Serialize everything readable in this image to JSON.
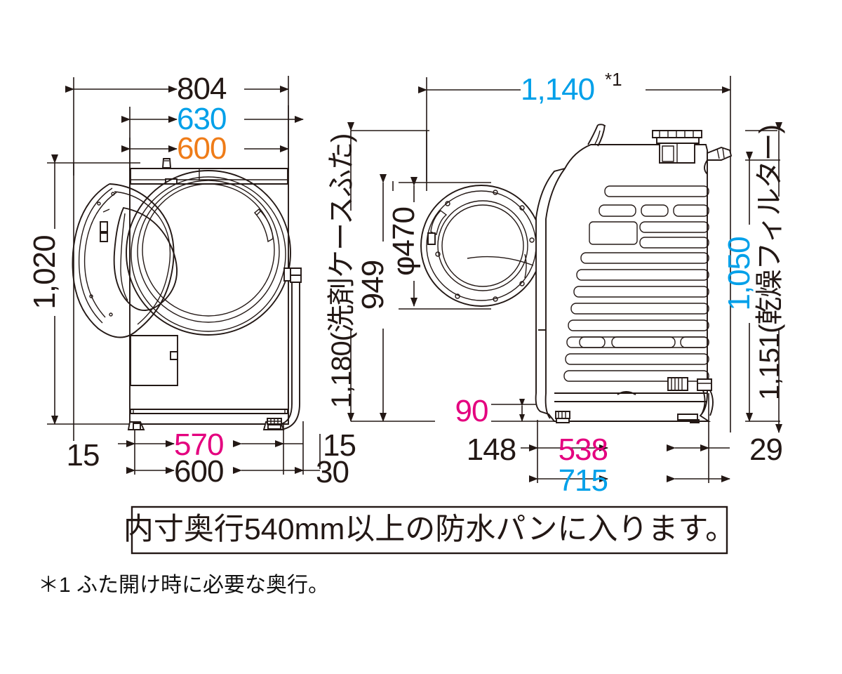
{
  "document": {
    "type": "technical-dimension-drawing",
    "subject": "drum washing machine dimensions",
    "unit": "mm"
  },
  "colors": {
    "line": "#231815",
    "cyan": "#00A0E9",
    "orange": "#EF7C18",
    "magenta": "#E4007F",
    "background": "#FFFFFF"
  },
  "front_view": {
    "title": "front-view",
    "dimensions": {
      "overall_width": "804",
      "width_cyan": "630",
      "width_orange": "600",
      "height_left": "1,020",
      "foot_left_margin": "15",
      "foot_span_magenta": "570",
      "body_width": "600",
      "foot_right_margin": "15",
      "hose_offset": "30"
    }
  },
  "side_view": {
    "title": "side-view",
    "dimensions": {
      "depth_open_lid": "1,140",
      "depth_open_lid_note": "*1",
      "height_detergent_case": "1,180(洗剤ケースふた)",
      "height_door_center": "949",
      "door_diameter": "φ470",
      "height_cyan": "1,050",
      "height_dry_filter": "1,151(乾燥フィルター)",
      "base_clearance_magenta": "90",
      "front_overhang": "148",
      "base_depth_magenta": "538",
      "base_depth_cyan": "715",
      "rear_clearance": "29"
    }
  },
  "callout_box": {
    "text": "内寸奥行540mm以上の防水パンに入ります。"
  },
  "footnote": {
    "text": "＊1 ふた開け時に必要な奥行。"
  }
}
